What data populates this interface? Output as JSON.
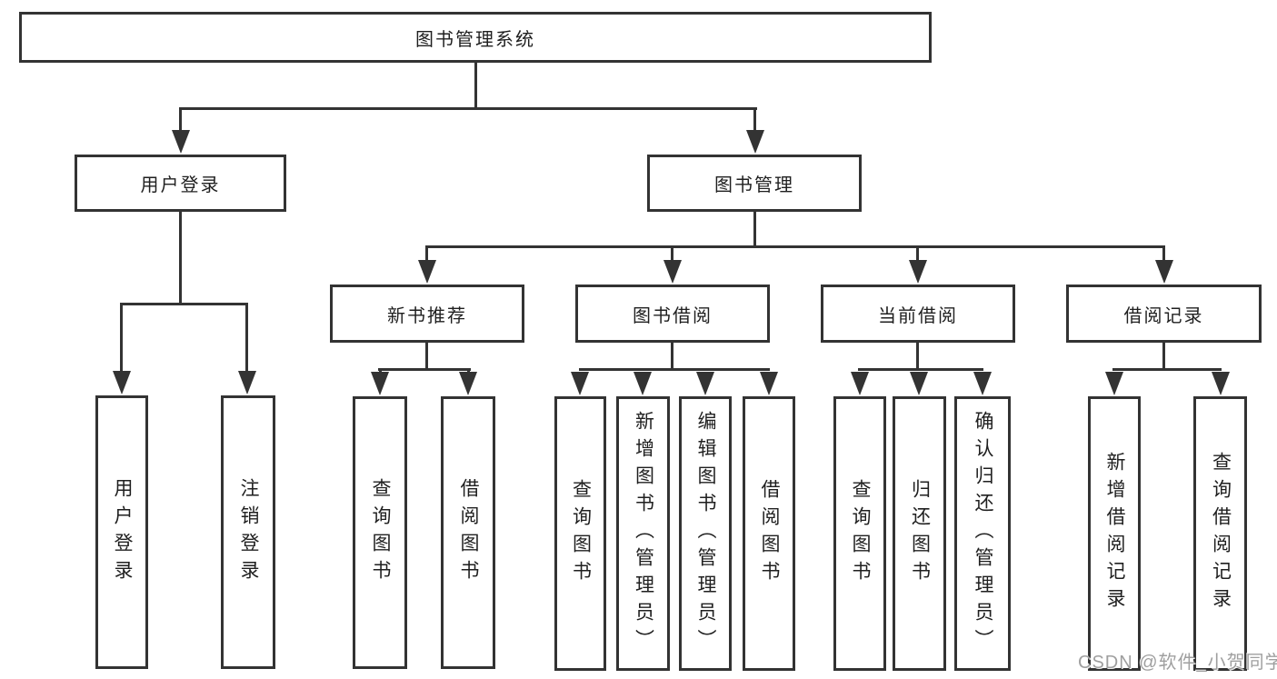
{
  "diagram": {
    "root": {
      "label": "图书管理系统"
    },
    "branches": [
      {
        "label": "用户登录",
        "children": [
          {
            "label": "用户登录"
          },
          {
            "label": "注销登录"
          }
        ]
      },
      {
        "label": "图书管理",
        "sections": [
          {
            "label": "新书推荐",
            "children": [
              {
                "label": "查询图书"
              },
              {
                "label": "借阅图书"
              }
            ]
          },
          {
            "label": "图书借阅",
            "children": [
              {
                "label": "查询图书"
              },
              {
                "label": "新增图书（管理员）"
              },
              {
                "label": "编辑图书（管理员）"
              },
              {
                "label": "借阅图书"
              }
            ]
          },
          {
            "label": "当前借阅",
            "children": [
              {
                "label": "查询图书"
              },
              {
                "label": "归还图书"
              },
              {
                "label": "确认归还（管理员）"
              }
            ]
          },
          {
            "label": "借阅记录",
            "children": [
              {
                "label": "新增借阅记录"
              },
              {
                "label": "查询借阅记录"
              }
            ]
          }
        ]
      }
    ]
  },
  "colors": {
    "line": "#333333",
    "watermark_gray": "#9f9f9f",
    "background": "#ffffff"
  },
  "watermark": {
    "text": "CSDN @软件_小贺同学"
  }
}
